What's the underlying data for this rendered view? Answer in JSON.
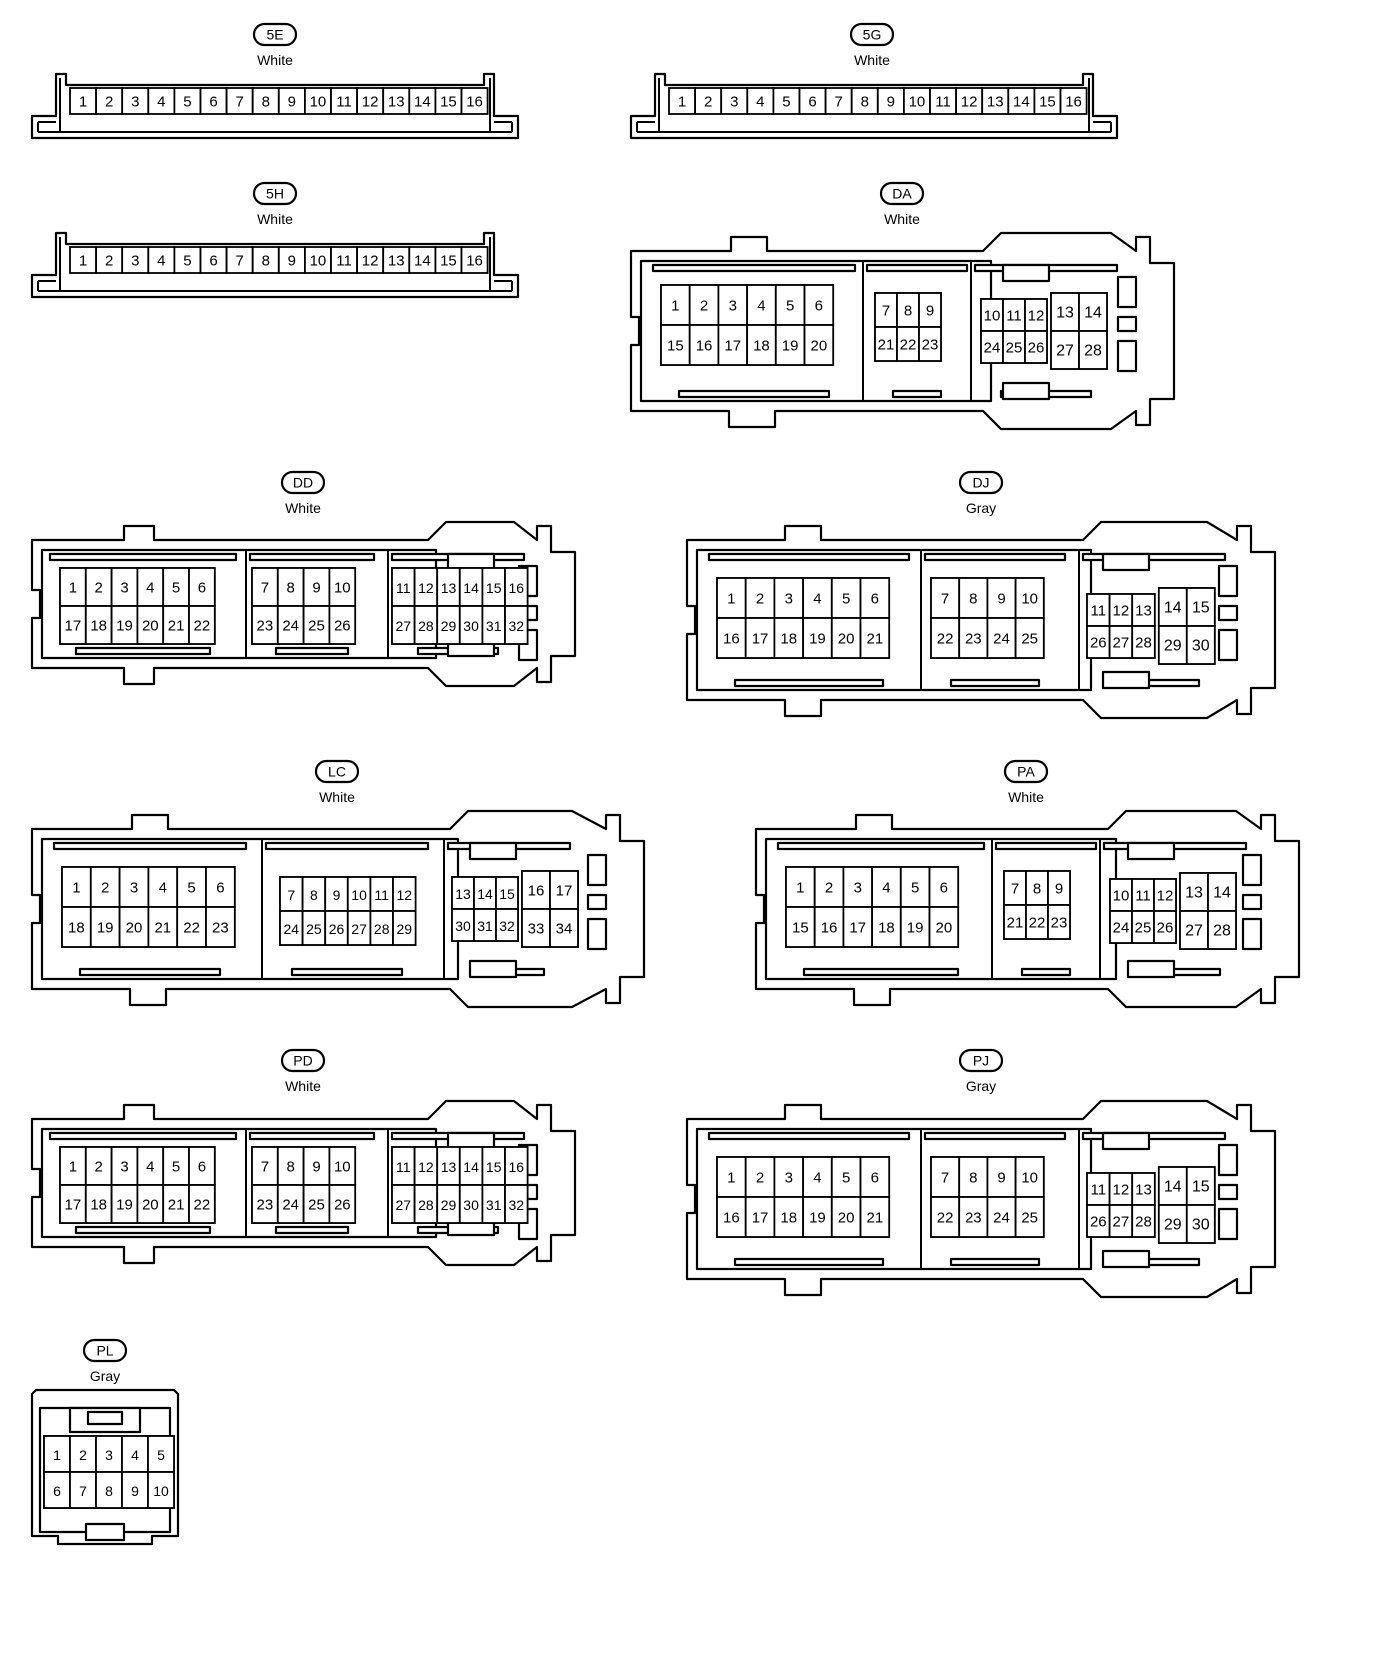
{
  "connectors": [
    {
      "id": "5E",
      "color": "White",
      "type": "strip",
      "pins": [
        "1",
        "2",
        "3",
        "4",
        "5",
        "6",
        "7",
        "8",
        "9",
        "10",
        "11",
        "12",
        "13",
        "14",
        "15",
        "16"
      ]
    },
    {
      "id": "5G",
      "color": "White",
      "type": "strip",
      "pins": [
        "1",
        "2",
        "3",
        "4",
        "5",
        "6",
        "7",
        "8",
        "9",
        "10",
        "11",
        "12",
        "13",
        "14",
        "15",
        "16"
      ]
    },
    {
      "id": "5H",
      "color": "White",
      "type": "strip",
      "pins": [
        "1",
        "2",
        "3",
        "4",
        "5",
        "6",
        "7",
        "8",
        "9",
        "10",
        "11",
        "12",
        "13",
        "14",
        "15",
        "16"
      ]
    },
    {
      "id": "DA",
      "color": "White",
      "type": "module",
      "blocks": [
        {
          "kind": "grid",
          "rows": [
            [
              "1",
              "2",
              "3",
              "4",
              "5",
              "6"
            ],
            [
              "15",
              "16",
              "17",
              "18",
              "19",
              "20"
            ]
          ]
        },
        {
          "kind": "grid",
          "rows": [
            [
              "7",
              "8",
              "9"
            ],
            [
              "21",
              "22",
              "23"
            ]
          ]
        },
        {
          "kind": "split",
          "small": [
            [
              "10",
              "11",
              "12"
            ],
            [
              "24",
              "25",
              "26"
            ]
          ],
          "large": [
            [
              "13",
              "14"
            ],
            [
              "27",
              "28"
            ]
          ]
        }
      ]
    },
    {
      "id": "DD",
      "color": "White",
      "type": "module",
      "blocks": [
        {
          "kind": "grid",
          "rows": [
            [
              "1",
              "2",
              "3",
              "4",
              "5",
              "6"
            ],
            [
              "17",
              "18",
              "19",
              "20",
              "21",
              "22"
            ]
          ]
        },
        {
          "kind": "grid",
          "rows": [
            [
              "7",
              "8",
              "9",
              "10"
            ],
            [
              "23",
              "24",
              "25",
              "26"
            ]
          ]
        },
        {
          "kind": "grid",
          "rows": [
            [
              "11",
              "12",
              "13",
              "14",
              "15",
              "16"
            ],
            [
              "27",
              "28",
              "29",
              "30",
              "31",
              "32"
            ]
          ]
        }
      ]
    },
    {
      "id": "DJ",
      "color": "Gray",
      "type": "module",
      "blocks": [
        {
          "kind": "grid",
          "rows": [
            [
              "1",
              "2",
              "3",
              "4",
              "5",
              "6"
            ],
            [
              "16",
              "17",
              "18",
              "19",
              "20",
              "21"
            ]
          ]
        },
        {
          "kind": "grid",
          "rows": [
            [
              "7",
              "8",
              "9",
              "10"
            ],
            [
              "22",
              "23",
              "24",
              "25"
            ]
          ]
        },
        {
          "kind": "split",
          "small": [
            [
              "11",
              "12",
              "13"
            ],
            [
              "26",
              "27",
              "28"
            ]
          ],
          "large": [
            [
              "14",
              "15"
            ],
            [
              "29",
              "30"
            ]
          ]
        }
      ]
    },
    {
      "id": "LC",
      "color": "White",
      "type": "module",
      "blocks": [
        {
          "kind": "grid",
          "rows": [
            [
              "1",
              "2",
              "3",
              "4",
              "5",
              "6"
            ],
            [
              "18",
              "19",
              "20",
              "21",
              "22",
              "23"
            ]
          ]
        },
        {
          "kind": "grid",
          "rows": [
            [
              "7",
              "8",
              "9",
              "10",
              "11",
              "12"
            ],
            [
              "24",
              "25",
              "26",
              "27",
              "28",
              "29"
            ]
          ]
        },
        {
          "kind": "split",
          "small": [
            [
              "13",
              "14",
              "15"
            ],
            [
              "30",
              "31",
              "32"
            ]
          ],
          "large": [
            [
              "16",
              "17"
            ],
            [
              "33",
              "34"
            ]
          ]
        }
      ]
    },
    {
      "id": "PA",
      "color": "White",
      "type": "module",
      "blocks": [
        {
          "kind": "grid",
          "rows": [
            [
              "1",
              "2",
              "3",
              "4",
              "5",
              "6"
            ],
            [
              "15",
              "16",
              "17",
              "18",
              "19",
              "20"
            ]
          ]
        },
        {
          "kind": "grid",
          "rows": [
            [
              "7",
              "8",
              "9"
            ],
            [
              "21",
              "22",
              "23"
            ]
          ]
        },
        {
          "kind": "split",
          "small": [
            [
              "10",
              "11",
              "12"
            ],
            [
              "24",
              "25",
              "26"
            ]
          ],
          "large": [
            [
              "13",
              "14"
            ],
            [
              "27",
              "28"
            ]
          ]
        }
      ]
    },
    {
      "id": "PD",
      "color": "White",
      "type": "module",
      "blocks": [
        {
          "kind": "grid",
          "rows": [
            [
              "1",
              "2",
              "3",
              "4",
              "5",
              "6"
            ],
            [
              "17",
              "18",
              "19",
              "20",
              "21",
              "22"
            ]
          ]
        },
        {
          "kind": "grid",
          "rows": [
            [
              "7",
              "8",
              "9",
              "10"
            ],
            [
              "23",
              "24",
              "25",
              "26"
            ]
          ]
        },
        {
          "kind": "grid",
          "rows": [
            [
              "11",
              "12",
              "13",
              "14",
              "15",
              "16"
            ],
            [
              "27",
              "28",
              "29",
              "30",
              "31",
              "32"
            ]
          ]
        }
      ]
    },
    {
      "id": "PJ",
      "color": "Gray",
      "type": "module",
      "blocks": [
        {
          "kind": "grid",
          "rows": [
            [
              "1",
              "2",
              "3",
              "4",
              "5",
              "6"
            ],
            [
              "16",
              "17",
              "18",
              "19",
              "20",
              "21"
            ]
          ]
        },
        {
          "kind": "grid",
          "rows": [
            [
              "7",
              "8",
              "9",
              "10"
            ],
            [
              "22",
              "23",
              "24",
              "25"
            ]
          ]
        },
        {
          "kind": "split",
          "small": [
            [
              "11",
              "12",
              "13"
            ],
            [
              "26",
              "27",
              "28"
            ]
          ],
          "large": [
            [
              "14",
              "15"
            ],
            [
              "29",
              "30"
            ]
          ]
        }
      ]
    },
    {
      "id": "PL",
      "color": "Gray",
      "type": "small",
      "rows": [
        [
          "1",
          "2",
          "3",
          "4",
          "5"
        ],
        [
          "6",
          "7",
          "8",
          "9",
          "10"
        ]
      ]
    }
  ]
}
